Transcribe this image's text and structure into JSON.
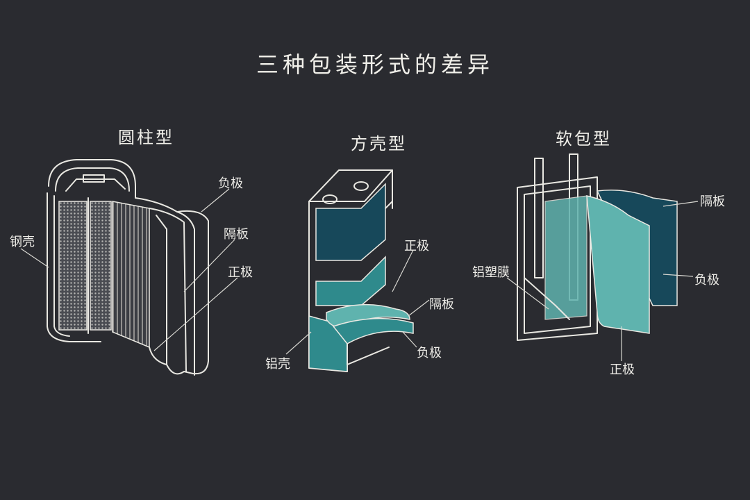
{
  "title": "三种包装形式的差异",
  "cylindrical": {
    "name": "圆柱型",
    "labels": {
      "shell": "钢壳",
      "negative": "负极",
      "separator": "隔板",
      "positive": "正极"
    }
  },
  "prismatic": {
    "name": "方壳型",
    "labels": {
      "positive": "正极",
      "separator": "隔板",
      "negative": "负极",
      "shell": "铝壳"
    }
  },
  "pouch": {
    "name": "软包型",
    "labels": {
      "separator": "隔板",
      "film": "铝塑膜",
      "negative": "负极",
      "positive": "正极"
    }
  },
  "colors": {
    "background": "#2a2b30",
    "chalk": "#e9e8e2",
    "teal": "#2f8a8c",
    "dark_teal": "#17485a",
    "pale_teal": "#5fb3ae"
  }
}
